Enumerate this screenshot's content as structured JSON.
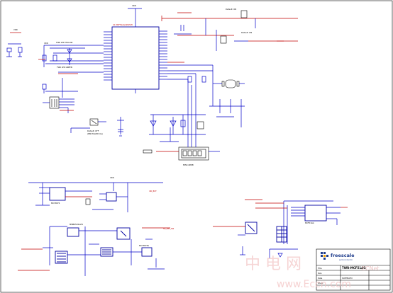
{
  "schematic": {
    "mcu_ref": "U1 MCF51AG128VQH",
    "usb_connector_label": "MINI-USB/B",
    "tbl_yellow_label": "TWR LED YELLOW",
    "tbl_green_label": "TWR LED GREEN",
    "default_off_label": "Default: OFF",
    "pin_populated_label": "(PIN POLLED Up)",
    "logo_text": "freescale",
    "logo_tagline": "semiconductor",
    "board_name": "TWR-MCF51AG",
    "title_block_line": "SCHEMATIC",
    "refdes_reg": "MMBZ5V6ALT1",
    "mc_tag": "MC33874S",
    "watermark_cn": "中 电 网",
    "watermark_url": "www.Eccn.com",
    "watermark_small": "ECNet"
  }
}
